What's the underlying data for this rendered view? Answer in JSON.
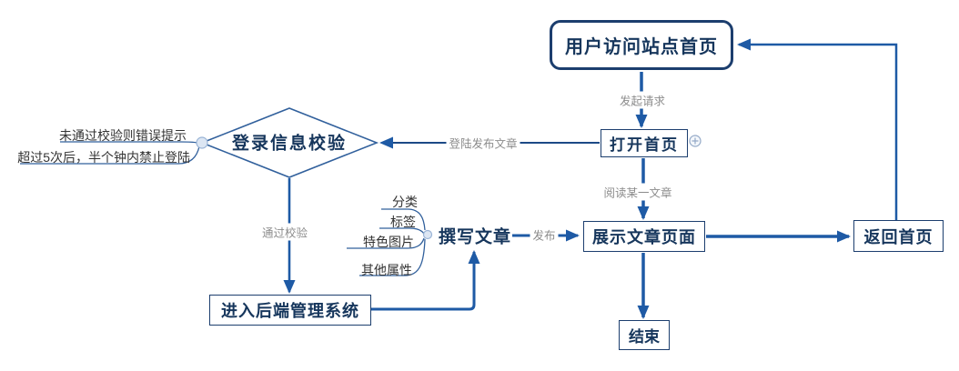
{
  "nodes": {
    "user_home": {
      "label": "用户访问站点首页"
    },
    "open_home": {
      "label": "打开首页"
    },
    "login_check": {
      "label": "登录信息校验"
    },
    "backend": {
      "label": "进入后端管理系统"
    },
    "write_article": {
      "label": "撰写文章"
    },
    "display_article": {
      "label": "展示文章页面"
    },
    "return_home": {
      "label": "返回首页"
    },
    "end": {
      "label": "结束"
    }
  },
  "edge_labels": {
    "request": "发起请求",
    "login_publish": "登陆发布文章",
    "read_article": "阅读某一文章",
    "pass_check": "通过校验",
    "publish": "发布"
  },
  "notes": {
    "fail_line1": "未通过校验则错误提示",
    "fail_line2": "超过5次后，半个钟内禁止登陆"
  },
  "attachments": [
    "分类",
    "标签",
    "特色图片",
    "其他属性"
  ],
  "colors": {
    "arrow_blue": "#1e5aa5",
    "node_border": "#1c3e6e",
    "node_text": "#16365c",
    "branch_blue": "#31609c",
    "edge_label_gray": "#8c8c8c",
    "note_text": "#333333",
    "junction_fill": "#dce6f3",
    "junction_stroke": "#9ab4d6"
  }
}
